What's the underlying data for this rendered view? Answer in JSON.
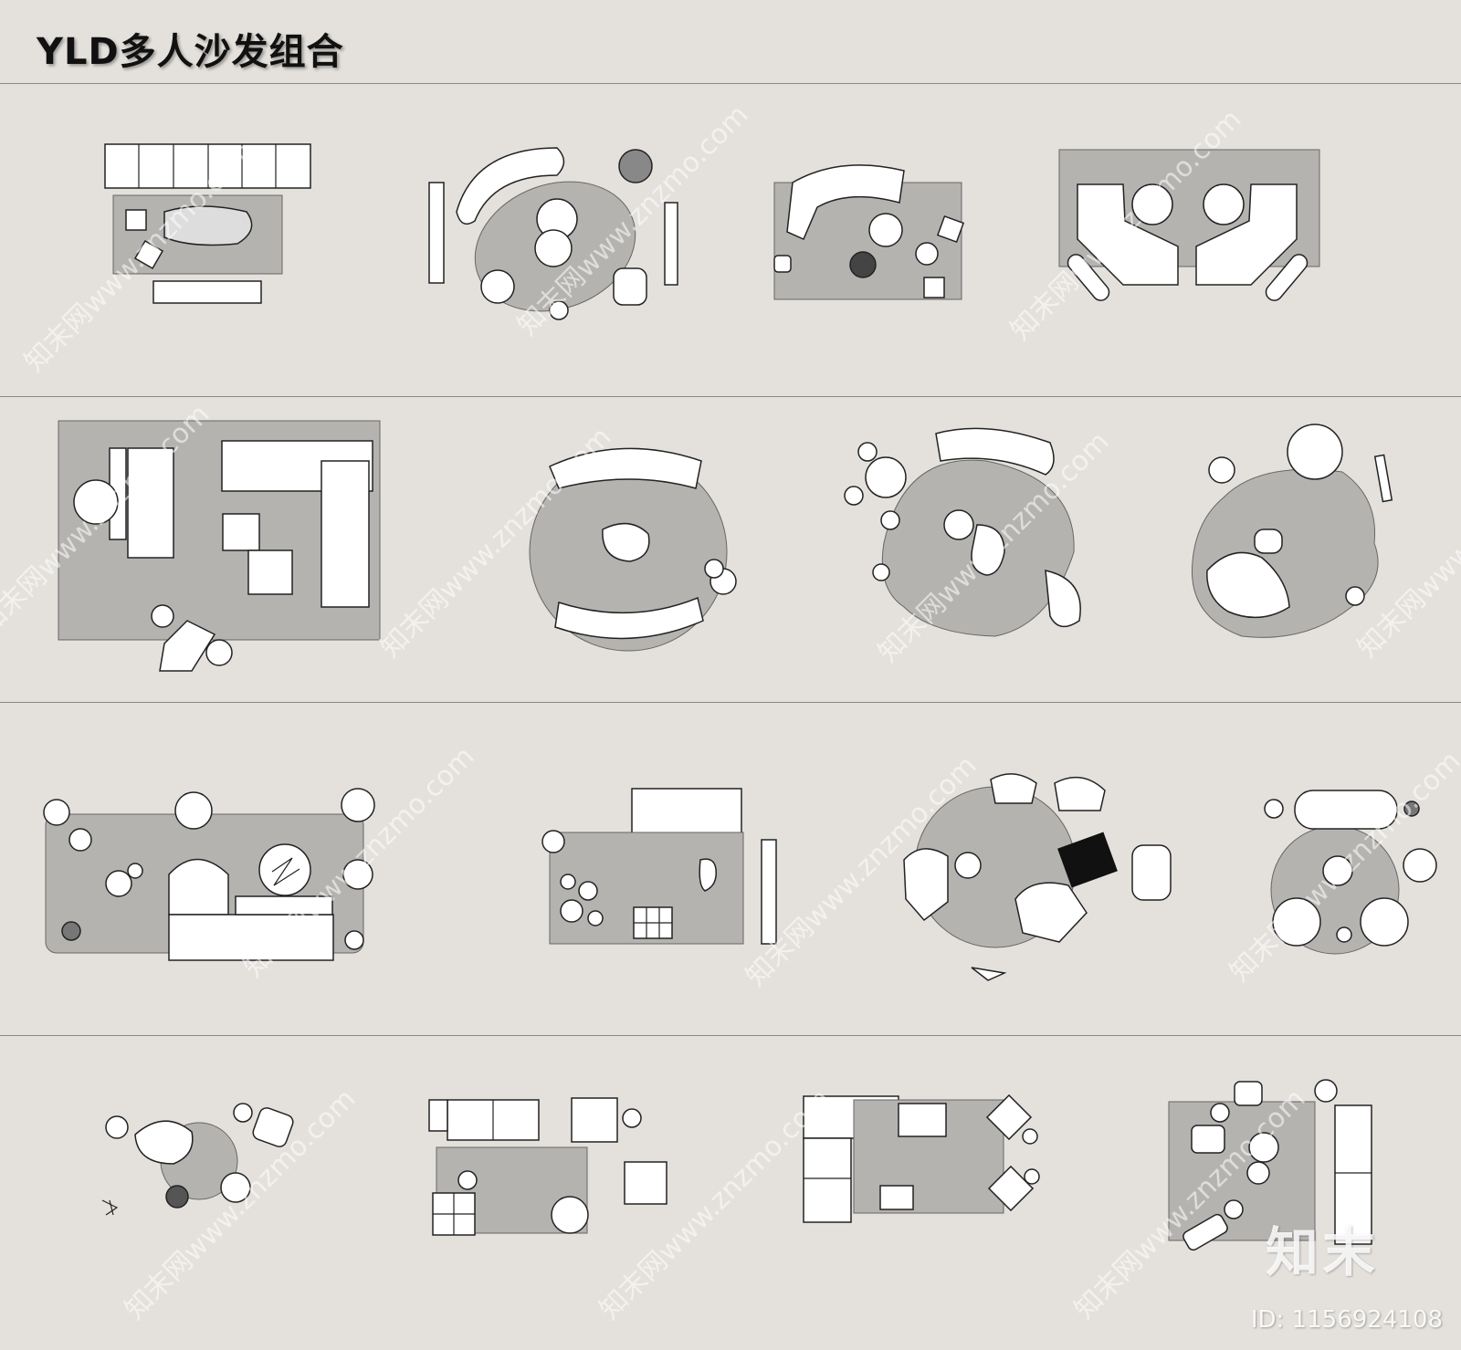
{
  "title": "YLD多人沙发组合",
  "watermarks": {
    "site": "知末网www.znzmo.com"
  },
  "brand": {
    "logo_text": "知末",
    "id_text": "ID: 1156924108"
  },
  "rows": [
    {
      "plans": [
        "sofa-plan-1-1",
        "sofa-plan-1-2",
        "sofa-plan-1-3",
        "sofa-plan-1-4"
      ]
    },
    {
      "plans": [
        "sofa-plan-2-1",
        "sofa-plan-2-2",
        "sofa-plan-2-3",
        "sofa-plan-2-4"
      ]
    },
    {
      "plans": [
        "sofa-plan-3-1",
        "sofa-plan-3-2",
        "sofa-plan-3-3",
        "sofa-plan-3-4"
      ]
    },
    {
      "plans": [
        "sofa-plan-4-1",
        "sofa-plan-4-2",
        "sofa-plan-4-3",
        "sofa-plan-4-4"
      ]
    }
  ],
  "colors": {
    "background": "#e4e1dc",
    "rug": "#b5b3b0",
    "furniture": "#ffffff",
    "line": "#222222"
  }
}
